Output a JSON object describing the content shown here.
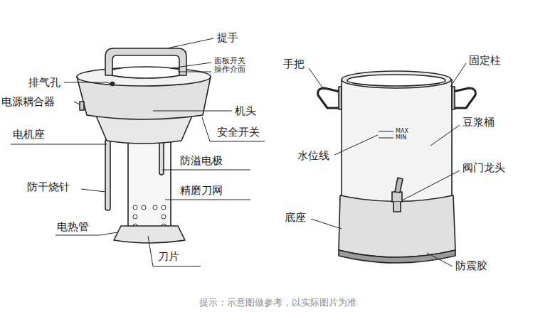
{
  "diagram": {
    "caption": "提示：示意图做参考，以实际图片为准",
    "labels": [
      "提手",
      "面板开关 操作介面",
      "排气孔",
      "电源耦合器",
      "机头",
      "电机座",
      "安全开关",
      "防溢电极",
      "防干烧针",
      "精磨刀网",
      "电热管",
      "刀片",
      "手把",
      "固定柱",
      "豆浆桶",
      "水位线",
      "MAX",
      "MIN",
      "阀门龙头",
      "底座",
      "防震胶"
    ]
  }
}
